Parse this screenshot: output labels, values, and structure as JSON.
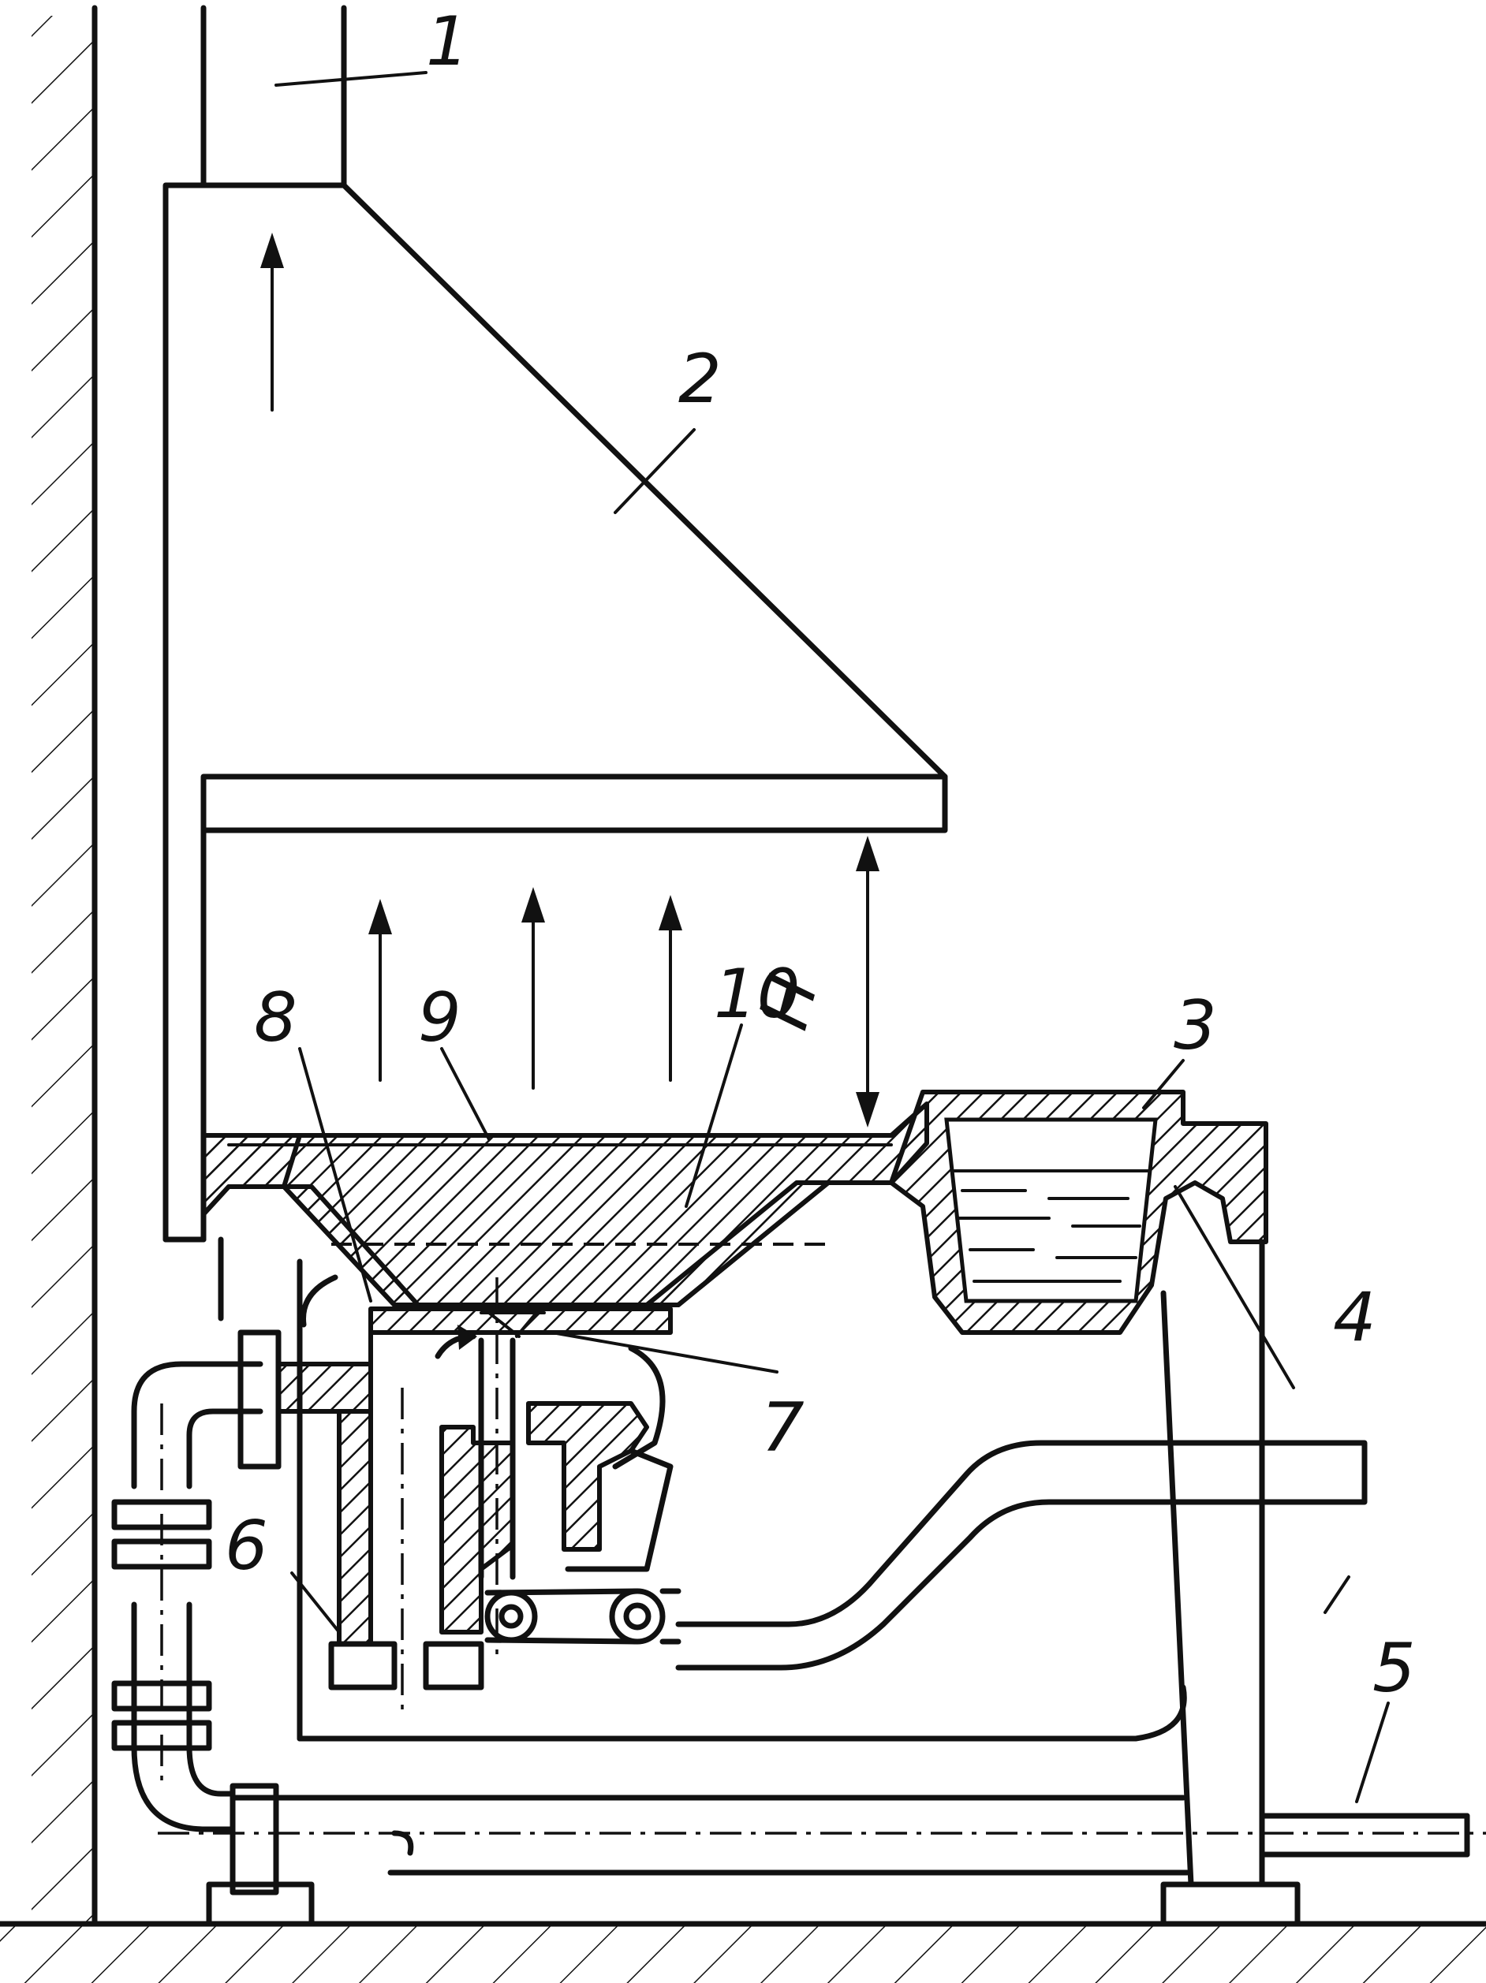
{
  "labels": {
    "l1": "1",
    "l2": "2",
    "l3": "3",
    "l4": "4",
    "l5": "5",
    "l6": "6",
    "l7": "7",
    "l8": "8",
    "l9": "9",
    "l10": "10",
    "dimH": "H"
  }
}
